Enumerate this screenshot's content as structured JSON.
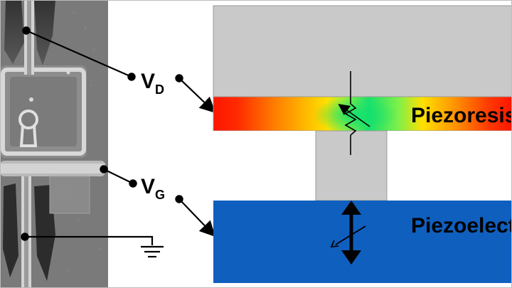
{
  "labels": {
    "drain_main": "V",
    "drain_sub": "D",
    "gate_main": "V",
    "gate_sub": "G",
    "piezoresistive_layer": "Piezoresistive",
    "piezoelectric_layer": "Piezoelectric"
  },
  "colors": {
    "top_block": "#c9c9c9",
    "pillar": "#c9c9c9",
    "piezoelectric_layer": "#0f5fbf",
    "stress_low": "#ff1a00",
    "stress_mid": "#ffd400",
    "stress_high": "#19e06a",
    "border": "#9a9a9a",
    "micrograph_base": "#6a6a6a"
  },
  "icons": {
    "ground": "ground-icon",
    "variable_resistor": "variable-resistor-icon",
    "variable_capacitor": "variable-capacitor-icon",
    "double_arrow": "double-arrow-icon"
  }
}
